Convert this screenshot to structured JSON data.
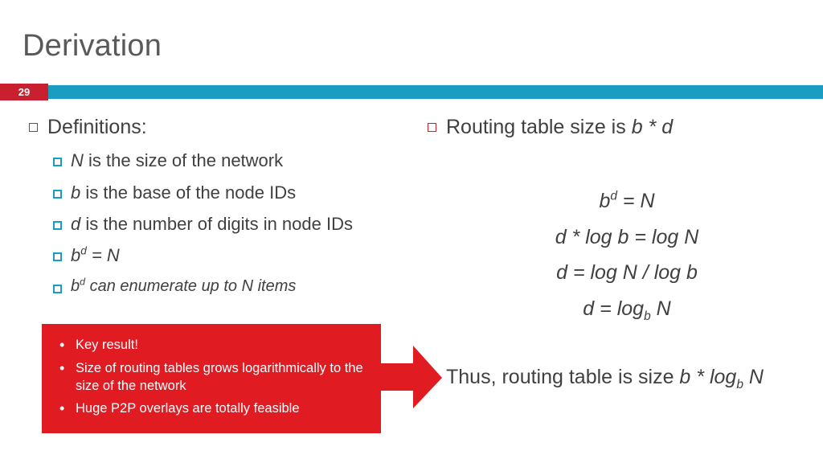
{
  "slide": {
    "title": "Derivation",
    "number": "29",
    "accent_bar_color": "#1b9dc1",
    "number_box_color": "#c8202f",
    "callout_color": "#e01b22",
    "title_color": "#595959",
    "body_text_color": "#404040"
  },
  "left_column": {
    "heading": "Definitions:",
    "items": [
      {
        "prefix": "N",
        "rest": " is the size of the network"
      },
      {
        "prefix": "b",
        "rest": " is the base of the node IDs"
      },
      {
        "prefix": "d",
        "rest": " is the number of digits in node IDs"
      },
      {
        "prefix": "b",
        "exponent": "d",
        "rest": " = N"
      },
      {
        "prefix": "b",
        "exponent": "d",
        "rest": " can enumerate up to N items"
      }
    ]
  },
  "right_column": {
    "heading_prefix": "Routing table size is ",
    "heading_math": "b * d",
    "equations": [
      {
        "lhs": "b",
        "exp": "d",
        "rhs": " = N"
      },
      {
        "text": "d * log b = log N"
      },
      {
        "text": "d = log N / log b"
      },
      {
        "text_pre": "d = log",
        "sub": "b",
        "text_post": " N"
      }
    ],
    "conclusion_prefix": "Thus, routing table is size ",
    "conclusion_math_pre": "b * log",
    "conclusion_sub": "b",
    "conclusion_math_post": " N"
  },
  "callout": {
    "items": [
      "Key result!",
      "Size of routing tables grows logarithmically to the size of the network",
      "Huge P2P overlays are totally feasible"
    ]
  }
}
